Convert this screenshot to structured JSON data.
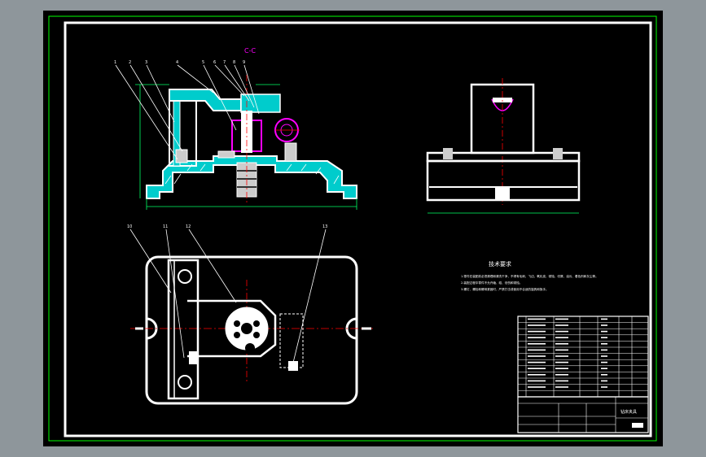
{
  "viewer": {
    "background": "#8e969b",
    "canvas_background": "#000000",
    "outer_frame_color": "#00ff00",
    "line_color": "#ffffff",
    "accent_section_color": "#ff00ff",
    "centerline_color": "#ff0000",
    "dimension_color": "#00ff66"
  },
  "drawing": {
    "section_label": "C-C",
    "front_view_callouts": [
      "1",
      "2",
      "3",
      "4",
      "5",
      "6",
      "7",
      "8",
      "9"
    ],
    "plan_view_callouts": [
      "10",
      "11",
      "12",
      "13"
    ],
    "technical_requirements": {
      "heading": "技术要求",
      "items": [
        "1.零件在装配前必须清理和清洗干净，不得有毛刺、飞边、氧化皮、锈蚀、切屑、油污、着色剂和灰尘等。",
        "2.装配过程中零件不允许磕、碰、划伤和锈蚀。",
        "3.螺钉、螺栓和螺母紧固时，严禁打击或使用不合适的旋具和扳手。"
      ]
    },
    "title_block": {
      "drawing_name": "钻床夹具"
    }
  }
}
